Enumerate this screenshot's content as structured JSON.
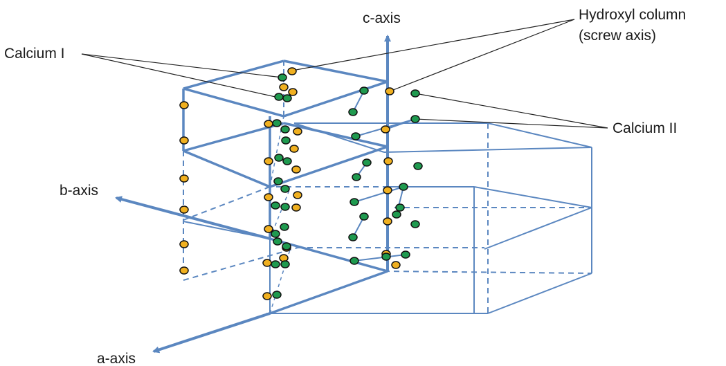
{
  "labels": {
    "c_axis": "c-axis",
    "b_axis": "b-axis",
    "a_axis": "a-axis",
    "calcium_1": "Calcium I",
    "calcium_2": "Calcium II",
    "hydroxyl_line1": "Hydroxyl column",
    "hydroxyl_line2": "(screw axis)"
  },
  "colors": {
    "frame": "#5b87c0",
    "calcium_1_atom": "#f0b020",
    "calcium_2_atom": "#1f9a4f",
    "atom_outline": "#111111",
    "leader_line": "#222222"
  }
}
